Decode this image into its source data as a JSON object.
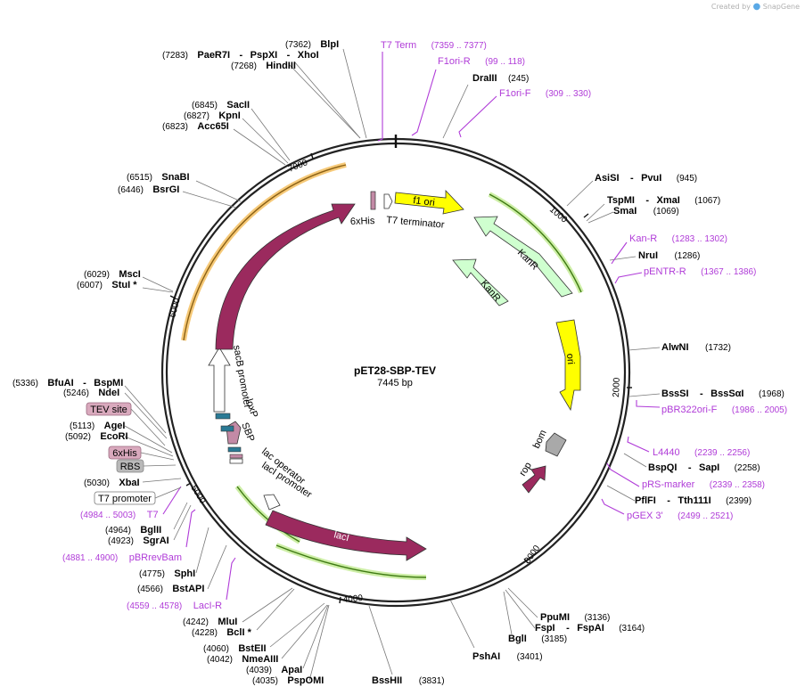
{
  "watermark": {
    "prefix": "Created by",
    "brand": "SnapGene"
  },
  "plasmid": {
    "name": "pET28-SBP-TEV",
    "length": "7445 bp"
  },
  "ticks": [
    "1000",
    "2000",
    "3000",
    "4000",
    "5000",
    "6000",
    "7000"
  ],
  "features": [
    {
      "name": "f1 ori",
      "color": "#ffff00"
    },
    {
      "name": "KanR",
      "color": "#cfffcf"
    },
    {
      "name": "KanR",
      "color": "#cfffcf"
    },
    {
      "name": "ori",
      "color": "#ffff00"
    },
    {
      "name": "rop",
      "color": "#9b2a5e"
    },
    {
      "name": "bom",
      "color": "#a9a9a9"
    },
    {
      "name": "lacI",
      "color": "#9b2a5e"
    },
    {
      "name": "lacI promoter",
      "color": "#ffffff"
    },
    {
      "name": "lac operator",
      "color": "#ffffff"
    },
    {
      "name": "SBP",
      "color": "#c38aa6"
    },
    {
      "name": "loxP",
      "color": "#2a7a95"
    },
    {
      "name": "sacB promoter",
      "color": "#ffffff"
    },
    {
      "name": "SacB",
      "color": "#9b2a5e"
    },
    {
      "name": "6xHis",
      "color": "#c38aa6"
    },
    {
      "name": "T7 terminator",
      "color": "#ffffff"
    }
  ],
  "site_labels": [
    {
      "pos": "(7283)",
      "name": "PaeR7I",
      "sep1": "-",
      "name2": "PspXI",
      "sep2": "-",
      "name3": "XhoI"
    },
    {
      "pos": "(7362)",
      "name": "BlpI"
    },
    {
      "pos": "(7268)",
      "name": "HindIII"
    },
    {
      "pos": "(245)",
      "name": "DraIII"
    },
    {
      "pos": "(6845)",
      "name": "SacII"
    },
    {
      "pos": "(6827)",
      "name": "KpnI"
    },
    {
      "pos": "(6823)",
      "name": "Acc65I"
    },
    {
      "pos": "(6515)",
      "name": "SnaBI"
    },
    {
      "pos": "(6446)",
      "name": "BsrGI"
    },
    {
      "pos": "(6029)",
      "name": "MscI"
    },
    {
      "pos": "(6007)",
      "name": "StuI *"
    },
    {
      "pos": "(945)",
      "name": "AsiSI",
      "sep1": "-",
      "name2": "PvuI"
    },
    {
      "pos": "(1067)",
      "name": "TspMI",
      "sep1": "-",
      "name2": "XmaI"
    },
    {
      "pos": "(1069)",
      "name": "SmaI"
    },
    {
      "pos": "(1286)",
      "name": "NruI"
    },
    {
      "pos": "(1732)",
      "name": "AlwNI"
    },
    {
      "pos": "(1968)",
      "name": "BssSI",
      "sep1": "-",
      "name2": "BssSαI"
    },
    {
      "pos": "(2258)",
      "name": "BspQI",
      "sep1": "-",
      "name2": "SapI"
    },
    {
      "pos": "(2399)",
      "name": "PflFI",
      "sep1": "-",
      "name2": "Tth111I"
    },
    {
      "pos": "(5336)",
      "name": "BfuAI",
      "sep1": "-",
      "name2": "BspMI"
    },
    {
      "pos": "(5246)",
      "name": "NdeI"
    },
    {
      "pos": "(5113)",
      "name": "AgeI"
    },
    {
      "pos": "(5092)",
      "name": "EcoRI"
    },
    {
      "pos": "(5030)",
      "name": "XbaI"
    },
    {
      "pos": "(4964)",
      "name": "BglII"
    },
    {
      "pos": "(4923)",
      "name": "SgrAI"
    },
    {
      "pos": "(4775)",
      "name": "SphI"
    },
    {
      "pos": "(4566)",
      "name": "BstAPI"
    },
    {
      "pos": "(4242)",
      "name": "MluI"
    },
    {
      "pos": "(4228)",
      "name": "BclI *"
    },
    {
      "pos": "(4060)",
      "name": "BstEII"
    },
    {
      "pos": "(4042)",
      "name": "NmeAIII"
    },
    {
      "pos": "(4039)",
      "name": "ApaI"
    },
    {
      "pos": "(4035)",
      "name": "PspOMI"
    },
    {
      "pos": "(3831)",
      "name": "BssHII"
    },
    {
      "pos": "(3401)",
      "name": "PshAI"
    },
    {
      "pos": "(3136)",
      "name": "PpuMI"
    },
    {
      "pos": "(3164)",
      "name": "FspI",
      "sep1": "-",
      "name2": "FspAI"
    },
    {
      "pos": "(3185)",
      "name": "BglI"
    }
  ],
  "primers": [
    {
      "name": "T7 Term",
      "range": "(7359 .. 7377)"
    },
    {
      "name": "F1ori-R",
      "range": "(99 .. 118)"
    },
    {
      "name": "F1ori-F",
      "range": "(309 .. 330)"
    },
    {
      "name": "Kan-R",
      "range": "(1283 .. 1302)"
    },
    {
      "name": "pENTR-R",
      "range": "(1367 .. 1386)"
    },
    {
      "name": "pBR322ori-F",
      "range": "(1986 .. 2005)"
    },
    {
      "name": "L4440",
      "range": "(2239 .. 2256)"
    },
    {
      "name": "pRS-marker",
      "range": "(2339 .. 2358)"
    },
    {
      "name": "pGEX 3'",
      "range": "(2499 .. 2521)"
    },
    {
      "name": "T7",
      "range": "(4984 .. 5003)"
    },
    {
      "name": "pBRrevBam",
      "range": "(4881 .. 4900)"
    },
    {
      "name": "LacI-R",
      "range": "(4559 .. 4578)"
    }
  ],
  "boxes": [
    {
      "name": "TEV site"
    },
    {
      "name": "6xHis"
    },
    {
      "name": "RBS"
    },
    {
      "name": "T7 promoter"
    }
  ]
}
